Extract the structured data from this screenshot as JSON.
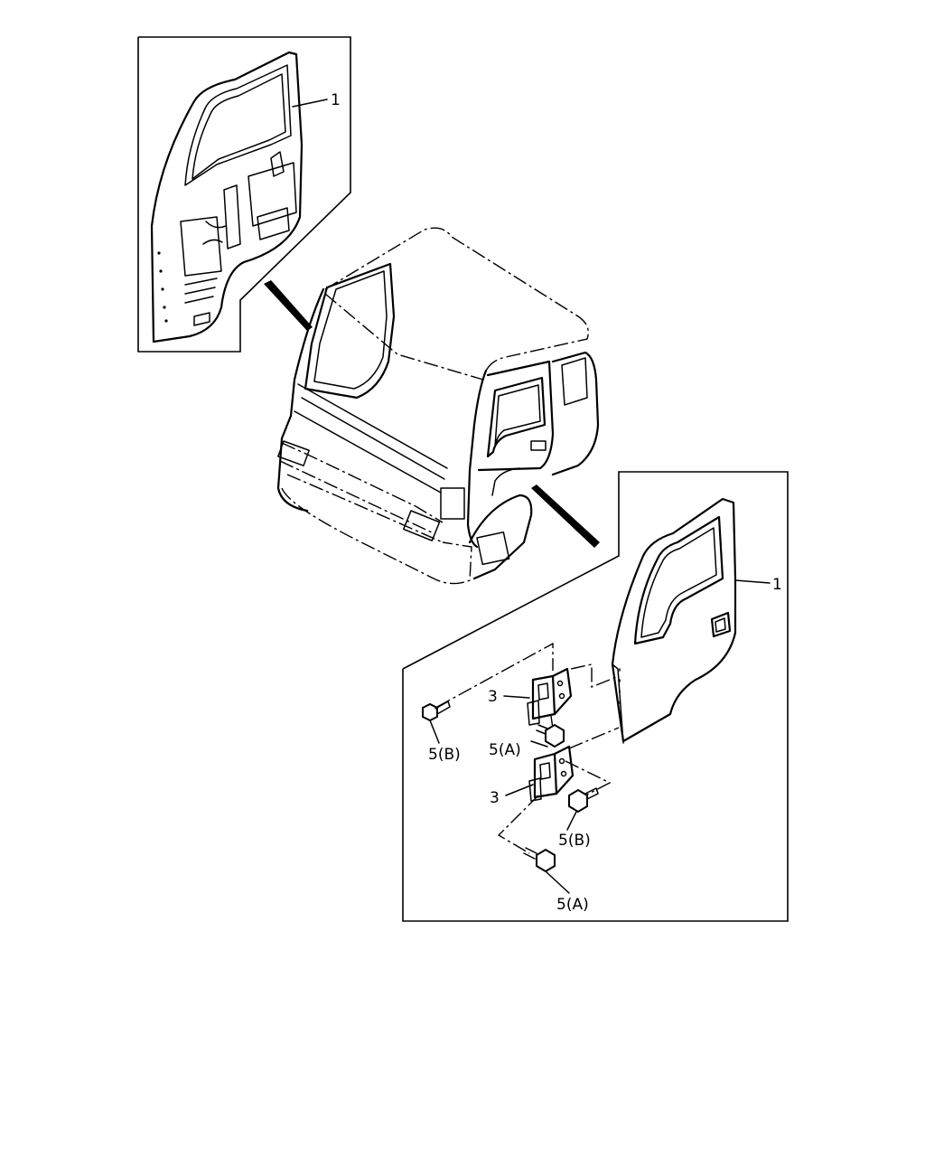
{
  "callouts": {
    "upper_left_door_part": "1",
    "right_door_part": "1",
    "upper_hinge": "3",
    "lower_hinge": "3",
    "bolt_left": "5(B)",
    "bolt_upper_mid": "5(A)",
    "bolt_lower_right": "5(B)",
    "bolt_bottom": "5(A)"
  }
}
